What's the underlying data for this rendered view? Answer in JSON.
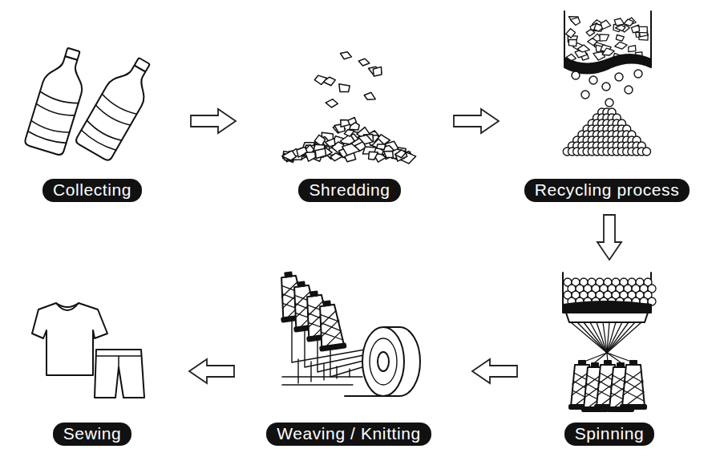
{
  "diagram": {
    "nodes": [
      {
        "text": [
          "Collecting"
        ]
      },
      {
        "text": [
          "Shredding"
        ]
      },
      {
        "text": [
          "Recycling process"
        ]
      },
      {
        "text": [
          "Spinning"
        ]
      },
      {
        "text": [
          "Weaving / Knitting"
        ]
      },
      {
        "text": [
          "Sewing"
        ]
      }
    ],
    "edges": [
      {
        "from": 0,
        "to": 1,
        "arrow": "to"
      },
      {
        "from": 1,
        "to": 2,
        "arrow": "to"
      },
      {
        "from": 2,
        "to": 3,
        "arrow": "to"
      },
      {
        "from": 3,
        "to": 4,
        "arrow": "to"
      },
      {
        "from": 4,
        "to": 5,
        "arrow": "to"
      }
    ]
  }
}
